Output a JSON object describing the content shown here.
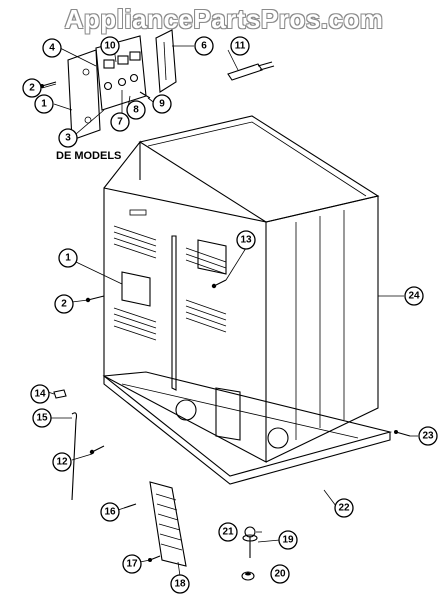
{
  "watermark": "AppliancePartsPros.com",
  "section_label": "DE MODELS",
  "callouts": {
    "c1a": "1",
    "c2a": "2",
    "c3": "3",
    "c4": "4",
    "c6": "6",
    "c7": "7",
    "c8": "8",
    "c9": "9",
    "c10": "10",
    "c11": "11",
    "c13": "13",
    "c1b": "1",
    "c2b": "2",
    "c24": "24",
    "c14": "14",
    "c15": "15",
    "c12": "12",
    "c23": "23",
    "c22": "22",
    "c16": "16",
    "c21": "21",
    "c19": "19",
    "c17": "17",
    "c18": "18",
    "c20": "20"
  }
}
